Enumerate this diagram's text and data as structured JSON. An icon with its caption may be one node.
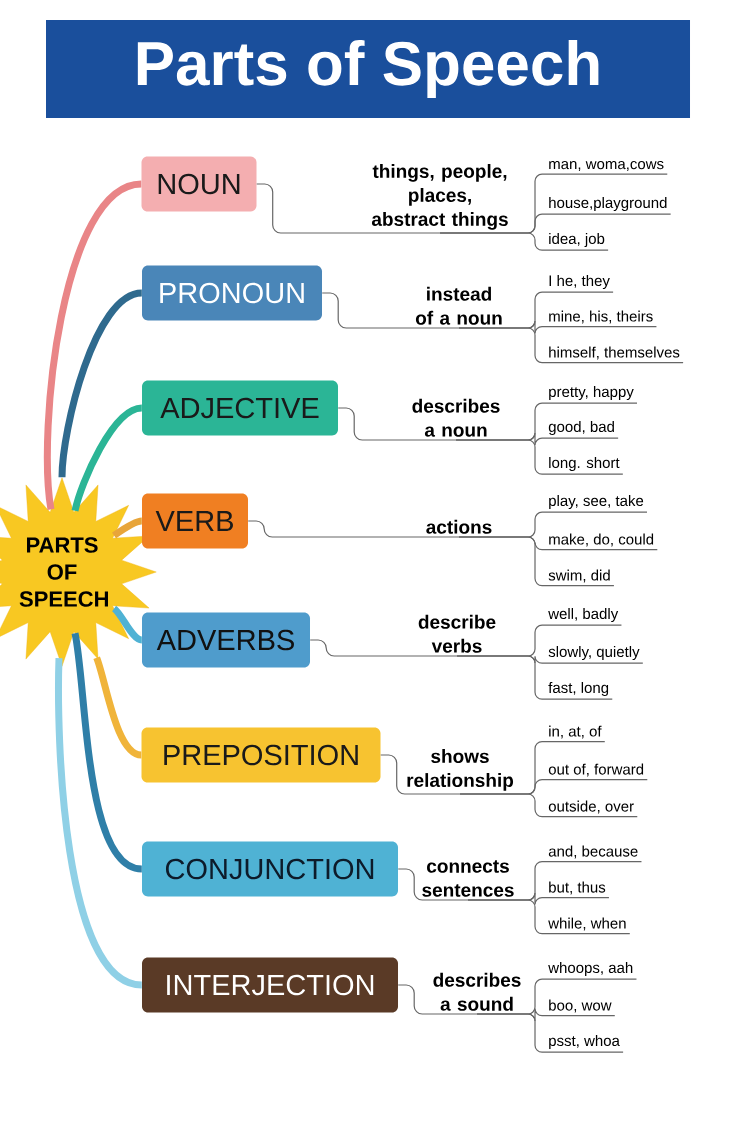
{
  "diagram": {
    "title": "Parts of Speech",
    "nodes": [
      {
        "text": [
          "PARTS OF SPEECH"
        ]
      },
      {
        "text": [
          "NOUN"
        ]
      },
      {
        "text": [
          "things, people, places, abstract things"
        ]
      },
      {
        "text": [
          "man, woma,cows"
        ]
      },
      {
        "text": [
          "house,playground"
        ]
      },
      {
        "text": [
          "idea, job"
        ]
      },
      {
        "text": [
          "PRONOUN"
        ]
      },
      {
        "text": [
          "instead of a noun"
        ]
      },
      {
        "text": [
          "I he, they"
        ]
      },
      {
        "text": [
          "mine, his, theirs"
        ]
      },
      {
        "text": [
          "himself, themselves"
        ]
      },
      {
        "text": [
          "ADJECTIVE"
        ]
      },
      {
        "text": [
          "describes a noun"
        ]
      },
      {
        "text": [
          "pretty, happy"
        ]
      },
      {
        "text": [
          "good, bad"
        ]
      },
      {
        "text": [
          "long. short"
        ]
      },
      {
        "text": [
          "VERB"
        ]
      },
      {
        "text": [
          "actions"
        ]
      },
      {
        "text": [
          "play, see, take"
        ]
      },
      {
        "text": [
          "make, do, could"
        ]
      },
      {
        "text": [
          "swim, did"
        ]
      },
      {
        "text": [
          "ADVERBS"
        ]
      },
      {
        "text": [
          "describe verbs"
        ]
      },
      {
        "text": [
          "well, badly"
        ]
      },
      {
        "text": [
          "slowly, quietly"
        ]
      },
      {
        "text": [
          "fast, long"
        ]
      },
      {
        "text": [
          "PREPOSITION"
        ]
      },
      {
        "text": [
          "shows relationship"
        ]
      },
      {
        "text": [
          "in, at, of"
        ]
      },
      {
        "text": [
          "out of, forward"
        ]
      },
      {
        "text": [
          "outside, over"
        ]
      },
      {
        "text": [
          "CONJUNCTION"
        ]
      },
      {
        "text": [
          "connects sentences"
        ]
      },
      {
        "text": [
          "and, because"
        ]
      },
      {
        "text": [
          "but, thus"
        ]
      },
      {
        "text": [
          "while, when"
        ]
      },
      {
        "text": [
          "INTERJECTION"
        ]
      },
      {
        "text": [
          "describes a sound"
        ]
      },
      {
        "text": [
          "whoops, aah"
        ]
      },
      {
        "text": [
          "boo, wow"
        ]
      },
      {
        "text": [
          "psst, whoa"
        ]
      }
    ],
    "edges": [
      {
        "from": 0,
        "to": 1,
        "arrow": "none",
        "style": "thick",
        "color": "#e98587"
      },
      {
        "from": 1,
        "to": 2,
        "arrow": "none"
      },
      {
        "from": 2,
        "to": 3,
        "arrow": "none"
      },
      {
        "from": 2,
        "to": 4,
        "arrow": "none"
      },
      {
        "from": 2,
        "to": 5,
        "arrow": "none"
      },
      {
        "from": 0,
        "to": 6,
        "arrow": "none",
        "style": "thick",
        "color": "#2f6a8e"
      },
      {
        "from": 6,
        "to": 7,
        "arrow": "none"
      },
      {
        "from": 7,
        "to": 8,
        "arrow": "none"
      },
      {
        "from": 7,
        "to": 9,
        "arrow": "none"
      },
      {
        "from": 7,
        "to": 10,
        "arrow": "none"
      },
      {
        "from": 0,
        "to": 11,
        "arrow": "none",
        "style": "thick",
        "color": "#2bb596"
      },
      {
        "from": 11,
        "to": 12,
        "arrow": "none"
      },
      {
        "from": 12,
        "to": 13,
        "arrow": "none"
      },
      {
        "from": 12,
        "to": 14,
        "arrow": "none"
      },
      {
        "from": 12,
        "to": 15,
        "arrow": "none"
      },
      {
        "from": 0,
        "to": 16,
        "arrow": "none",
        "style": "thick",
        "color": "#e8a53a"
      },
      {
        "from": 16,
        "to": 17,
        "arrow": "none"
      },
      {
        "from": 17,
        "to": 18,
        "arrow": "none"
      },
      {
        "from": 17,
        "to": 19,
        "arrow": "none"
      },
      {
        "from": 17,
        "to": 20,
        "arrow": "none"
      },
      {
        "from": 0,
        "to": 21,
        "arrow": "none",
        "style": "thick",
        "color": "#4fb2d4"
      },
      {
        "from": 21,
        "to": 22,
        "arrow": "none"
      },
      {
        "from": 22,
        "to": 23,
        "arrow": "none"
      },
      {
        "from": 22,
        "to": 24,
        "arrow": "none"
      },
      {
        "from": 22,
        "to": 25,
        "arrow": "none"
      },
      {
        "from": 0,
        "to": 26,
        "arrow": "none",
        "style": "thick",
        "color": "#f0b43a"
      },
      {
        "from": 26,
        "to": 27,
        "arrow": "none"
      },
      {
        "from": 27,
        "to": 28,
        "arrow": "none"
      },
      {
        "from": 27,
        "to": 29,
        "arrow": "none"
      },
      {
        "from": 27,
        "to": 30,
        "arrow": "none"
      },
      {
        "from": 0,
        "to": 31,
        "arrow": "none",
        "style": "thick",
        "color": "#2f7fa8"
      },
      {
        "from": 31,
        "to": 32,
        "arrow": "none"
      },
      {
        "from": 32,
        "to": 33,
        "arrow": "none"
      },
      {
        "from": 32,
        "to": 34,
        "arrow": "none"
      },
      {
        "from": 32,
        "to": 35,
        "arrow": "none"
      },
      {
        "from": 0,
        "to": 36,
        "arrow": "none",
        "style": "thick",
        "color": "#8fd0e6"
      },
      {
        "from": 36,
        "to": 37,
        "arrow": "none"
      },
      {
        "from": 37,
        "to": 38,
        "arrow": "none"
      },
      {
        "from": 37,
        "to": 39,
        "arrow": "none"
      },
      {
        "from": 37,
        "to": 40,
        "arrow": "none"
      }
    ]
  }
}
